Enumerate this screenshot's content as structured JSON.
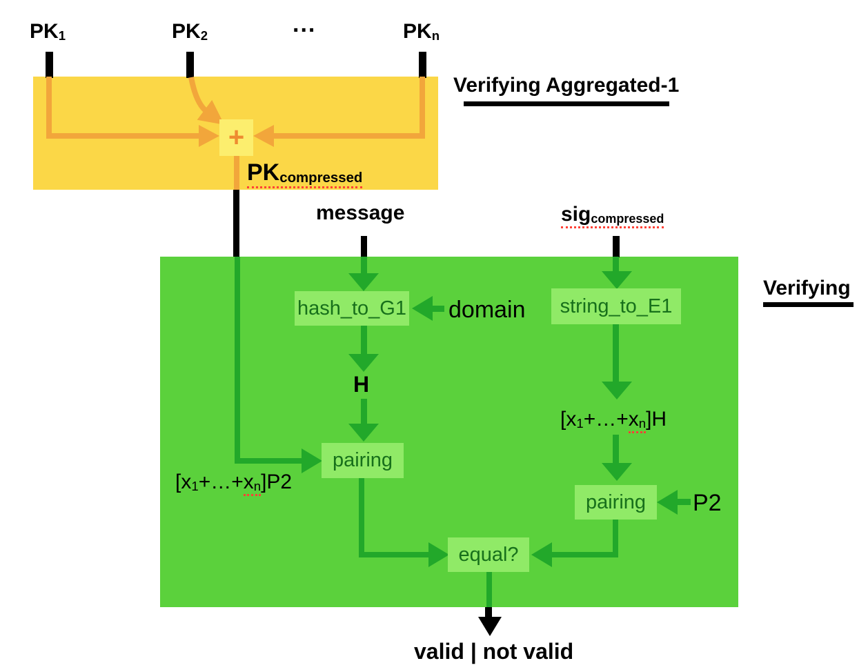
{
  "titles": {
    "aggregated": "Verifying Aggregated-1",
    "verifying": "Verifying"
  },
  "aggregation": {
    "pk1": {
      "base": "PK",
      "sub": "1"
    },
    "pk2": {
      "base": "PK",
      "sub": "2"
    },
    "dots": "...",
    "pkn": {
      "base": "PK",
      "sub": "n"
    },
    "plus": "+",
    "pk_compressed": {
      "base": "PK",
      "sub": "compressed"
    }
  },
  "verification": {
    "message": "message",
    "sig": {
      "base": "sig",
      "sub": "compressed"
    },
    "hash_box": "hash_to_G1",
    "domain": "domain",
    "string_box": "string_to_E1",
    "h": "H",
    "sum_h": {
      "open": "[x",
      "sub1": "1",
      "plus": "+…+",
      "x": "x",
      "subn": "n",
      "close": "]H"
    },
    "sum_p2": {
      "open": "[x",
      "sub1": "1",
      "plus": "+…+",
      "x": "x",
      "subn": "n",
      "close": "]P2"
    },
    "pairing_left": "pairing",
    "pairing_right": "pairing",
    "p2": "P2",
    "equal": "equal?",
    "result": "valid | not valid"
  },
  "colors": {
    "aggregation_region": "#FBD747",
    "aggregation_node": "#FCEE6E",
    "aggregation_arrows": "#F2A63B",
    "verification_region": "#5BD13C",
    "verification_nodes": "#90EA67",
    "verification_arrows": "#22A82A",
    "node_text": "#17701B",
    "spellcheck_underline": "#FF4136",
    "text": "#000000"
  }
}
